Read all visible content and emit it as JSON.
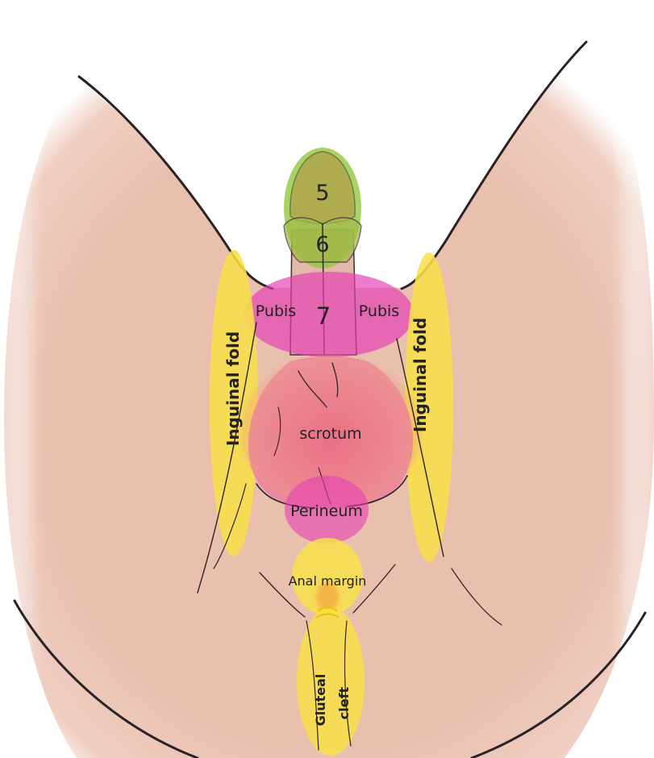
{
  "diagram": {
    "labels": {
      "zone_5": "5",
      "zone_6": "6",
      "zone_7": "7",
      "pubis_left": "Pubis",
      "pubis_right": "Pubis",
      "inguinal_fold_left": "Inguinal fold",
      "inguinal_fold_right": "Inguinal fold",
      "scrotum": "scrotum",
      "perineum": "Perineum",
      "anal_margin": "Anal margin",
      "gluteal": "Gluteal",
      "cleft": "cleft"
    },
    "colors": {
      "skin": "#e9bfae",
      "skin_edge": "#f3dbd1",
      "outline": "#1f1a1c",
      "zone_green": "#8fc83a",
      "zone_magenta": "#e43fb4",
      "zone_pink": "#e95a8c",
      "zone_yellow": "#f7e04a"
    }
  }
}
